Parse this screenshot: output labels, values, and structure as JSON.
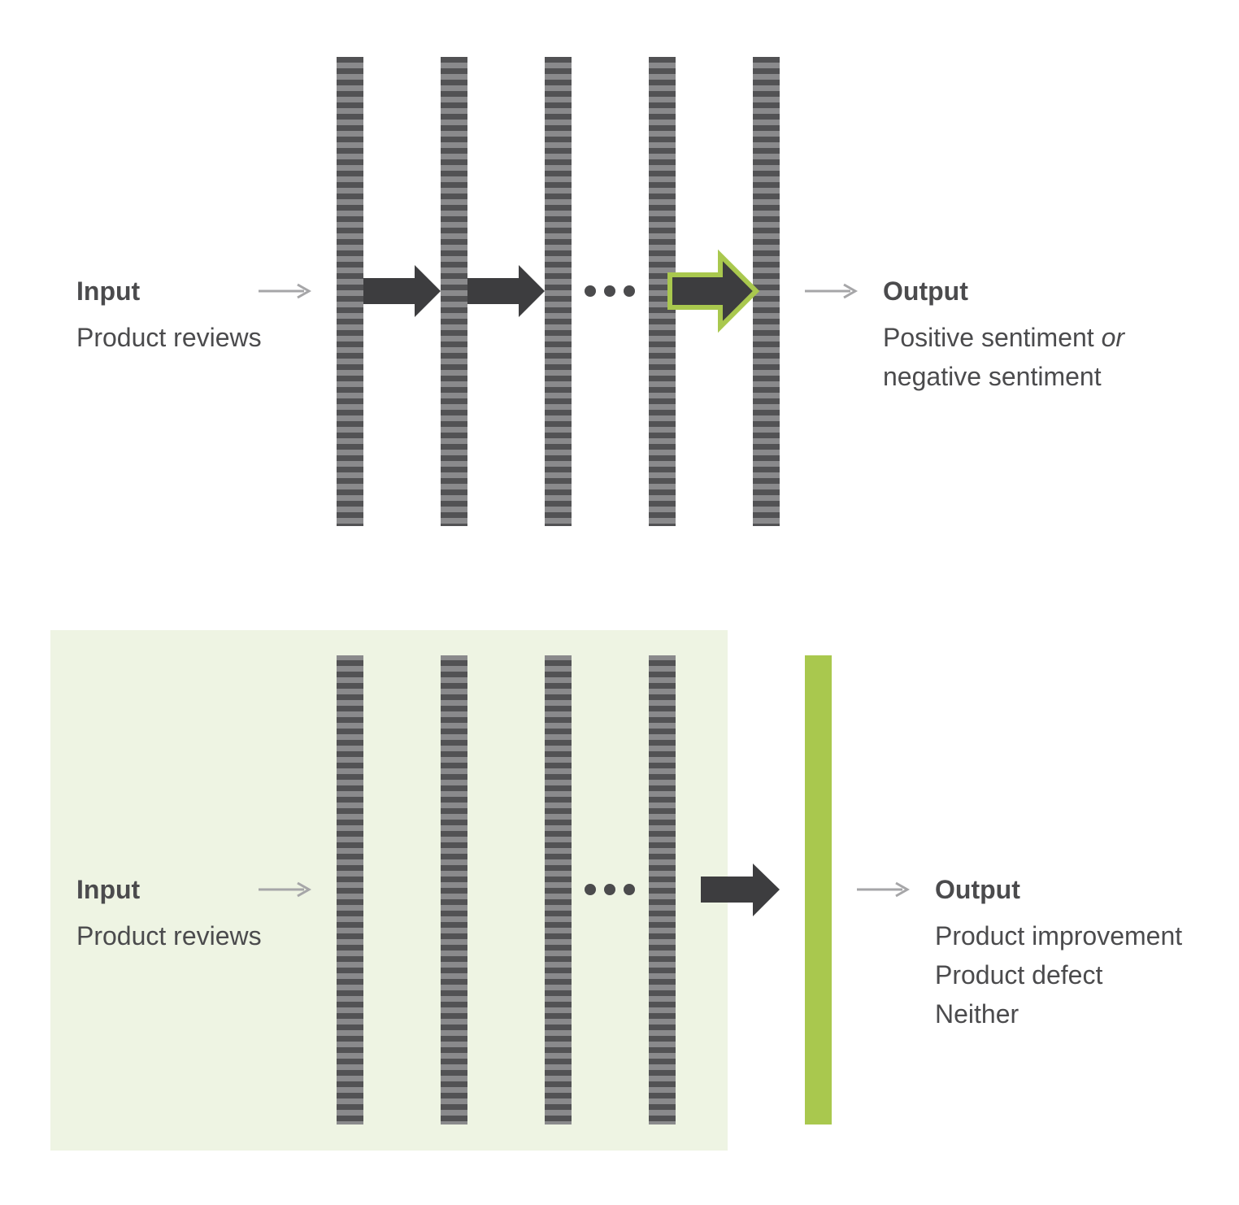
{
  "colors": {
    "layer_dark": "#525254",
    "layer_light": "#8a8a8c",
    "arrow_dark": "#3d3d3f",
    "small_arrow": "#a6a6a8",
    "accent_green": "#a9c84e",
    "highlight_bg": "#eef4e3",
    "text": "#4b4b4d",
    "ellipsis": "#4b4b4d"
  },
  "top": {
    "input_title": "Input",
    "input_text": "Product reviews",
    "output_title": "Output",
    "output_line1_a": "Positive sentiment ",
    "output_line1_b": "or",
    "output_line2": "negative sentiment"
  },
  "bottom": {
    "input_title": "Input",
    "input_text": "Product reviews",
    "output_title": "Output",
    "output_items": [
      "Product improvement",
      "Product defect",
      "Neither"
    ]
  }
}
